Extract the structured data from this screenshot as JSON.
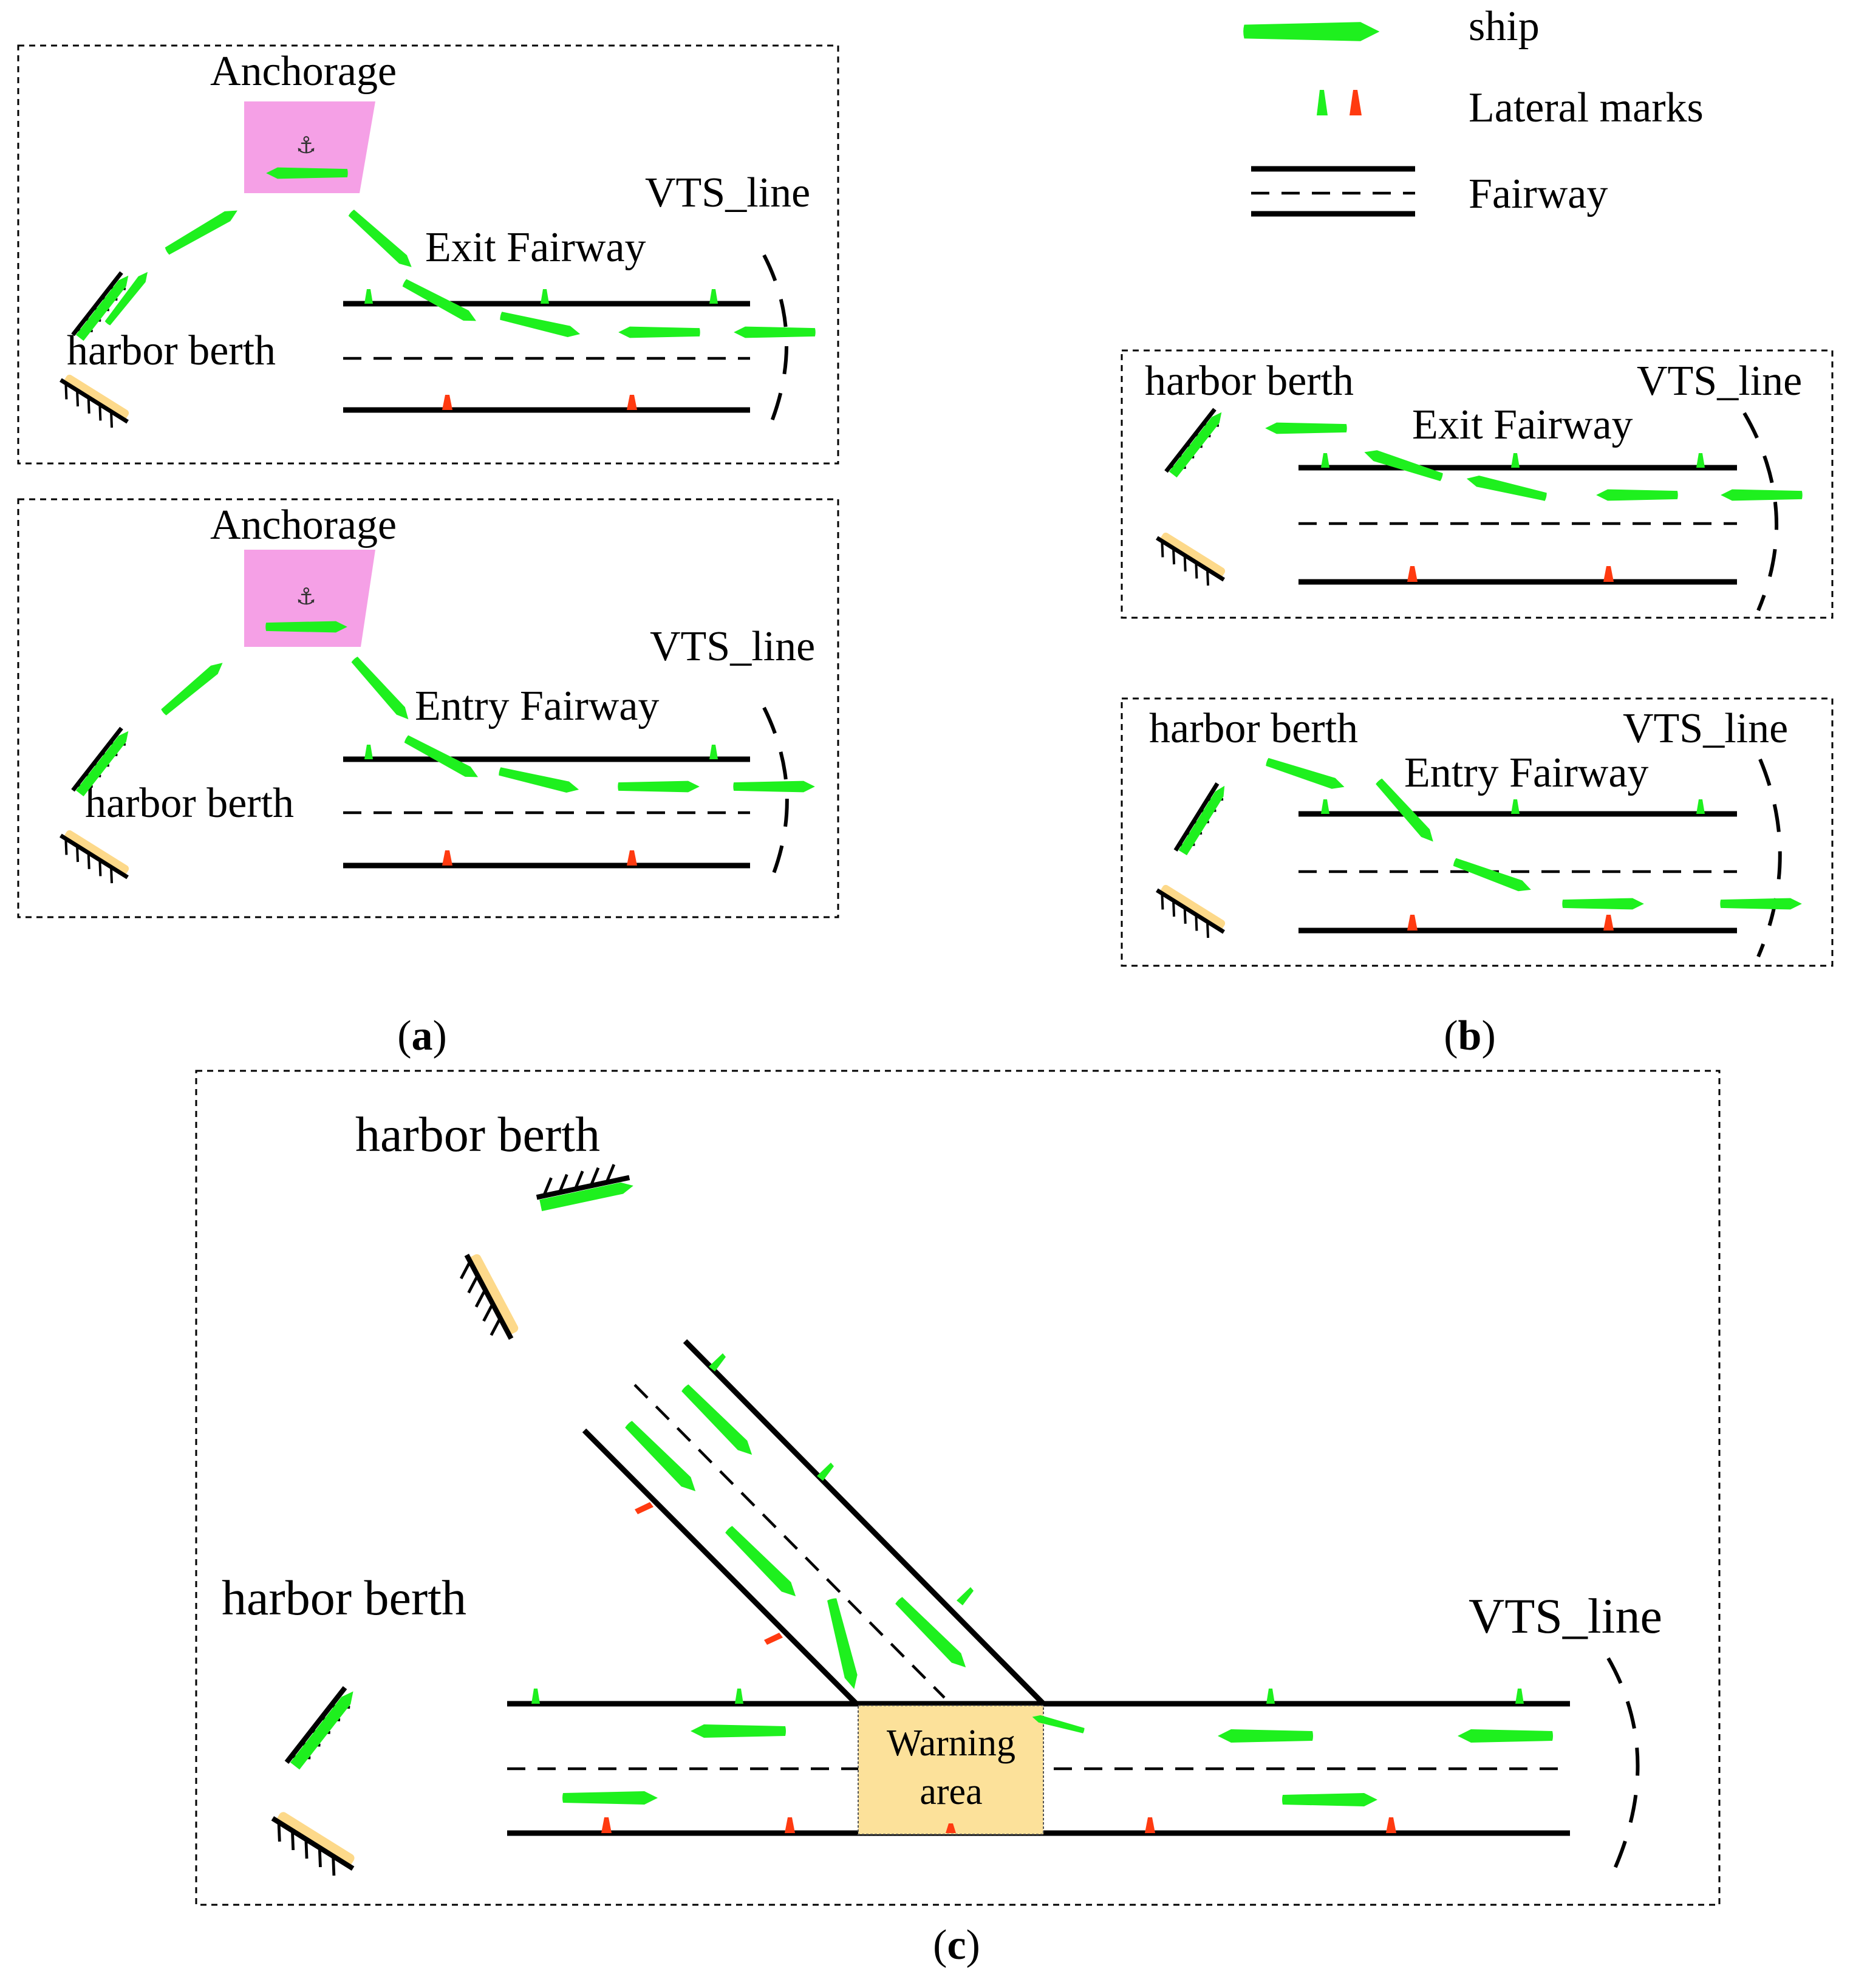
{
  "legend": {
    "ship": "ship",
    "lateral_marks": "Lateral marks",
    "fairway": "Fairway"
  },
  "panel_a": {
    "caption_letter": "a",
    "top": {
      "anchorage": "Anchorage",
      "vts_line": "VTS_line",
      "fairway_name": "Exit Fairway",
      "harbor_berth": "harbor berth"
    },
    "bottom": {
      "anchorage": "Anchorage",
      "vts_line": "VTS_line",
      "fairway_name": "Entry Fairway",
      "harbor_berth": "harbor berth"
    }
  },
  "panel_b": {
    "caption_letter": "b",
    "top": {
      "harbor_berth": "harbor berth",
      "vts_line": "VTS_line",
      "fairway_name": "Exit Fairway"
    },
    "bottom": {
      "harbor_berth": "harbor berth",
      "vts_line": "VTS_line",
      "fairway_name": "Entry Fairway"
    }
  },
  "panel_c": {
    "caption_letter": "c",
    "harbor_berth_top": "harbor berth",
    "harbor_berth_left": "harbor berth",
    "vts_line": "VTS_line",
    "warning_line1": "Warning",
    "warning_line2": "area"
  },
  "colors": {
    "ship": "#1ef01e",
    "green_mark": "#1ef01e",
    "red_mark": "#ff3a10",
    "anchorage": "#f5a0e6",
    "yellow_berth": "#fdd98a",
    "warning_area": "#fce19a"
  },
  "icons": {
    "anchor": "anchor-icon",
    "ship": "ship-icon",
    "berth": "berth-icon"
  }
}
